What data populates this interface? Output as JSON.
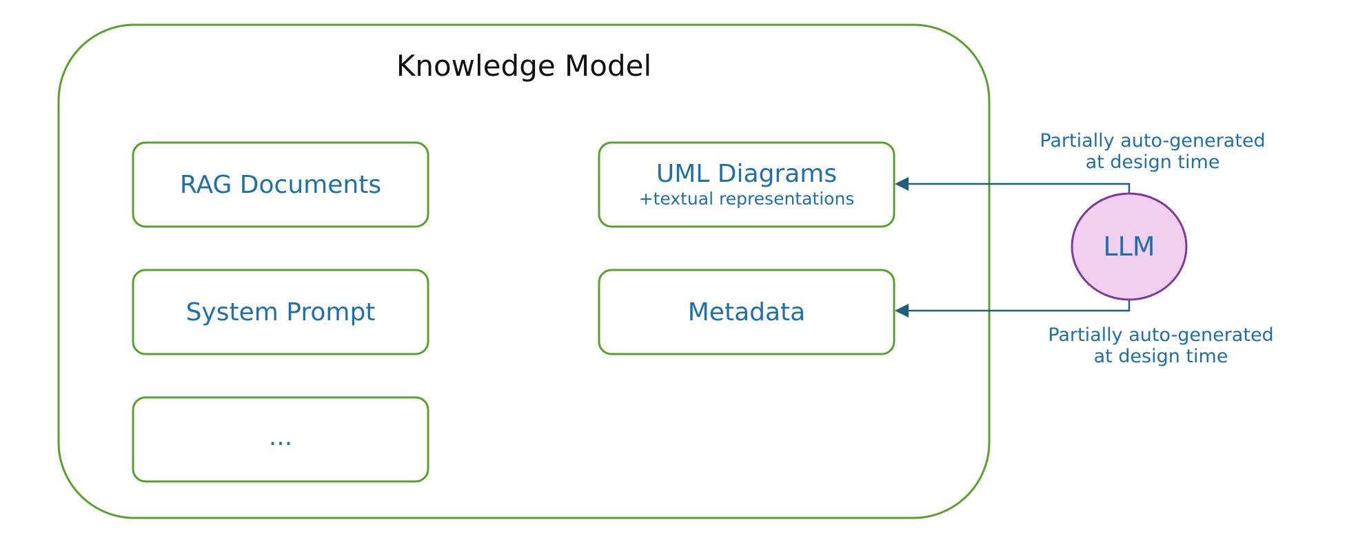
{
  "container": {
    "title": "Knowledge Model"
  },
  "boxes": {
    "rag": "RAG Documents",
    "system_prompt": "System Prompt",
    "more": "...",
    "uml": "UML Diagrams",
    "uml_sub": "+textual representations",
    "metadata": "Metadata"
  },
  "llm": {
    "label": "LLM"
  },
  "notes": {
    "top": [
      "Partially auto-generated",
      "at design time"
    ],
    "bottom": [
      "Partially auto-generated",
      "at design time"
    ]
  },
  "colors": {
    "container_border": "#5aa02c",
    "box_border": "#5aa02c",
    "text": "#1f6fa8",
    "arrow": "#1f5f78",
    "llm_fill": "#f0d0ee",
    "llm_border": "#7a3aa0"
  }
}
